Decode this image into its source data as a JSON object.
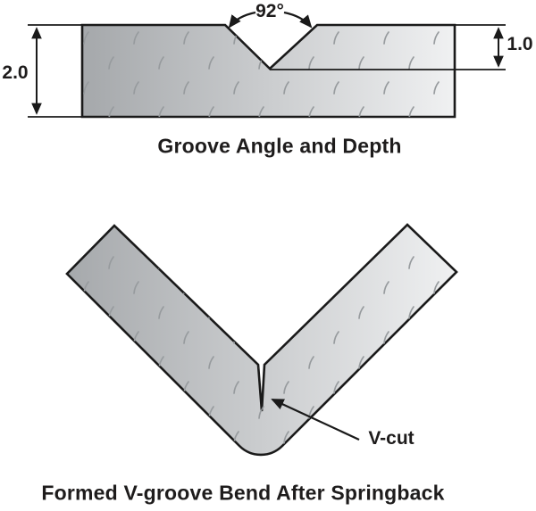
{
  "figure": {
    "top": {
      "angle_label": "92°",
      "thickness_label": "2.0",
      "depth_label": "1.0",
      "caption": "Groove Angle and Depth"
    },
    "bottom": {
      "vcut_label": "V-cut",
      "caption": "Formed V-groove Bend After Springback"
    },
    "colors": {
      "line": "#1a1a1a",
      "material_dark": "#a5a8ab",
      "material_light": "#f0f1f2",
      "hatch": "#979b9e",
      "background": "#ffffff",
      "text": "#1e1c1c"
    }
  }
}
